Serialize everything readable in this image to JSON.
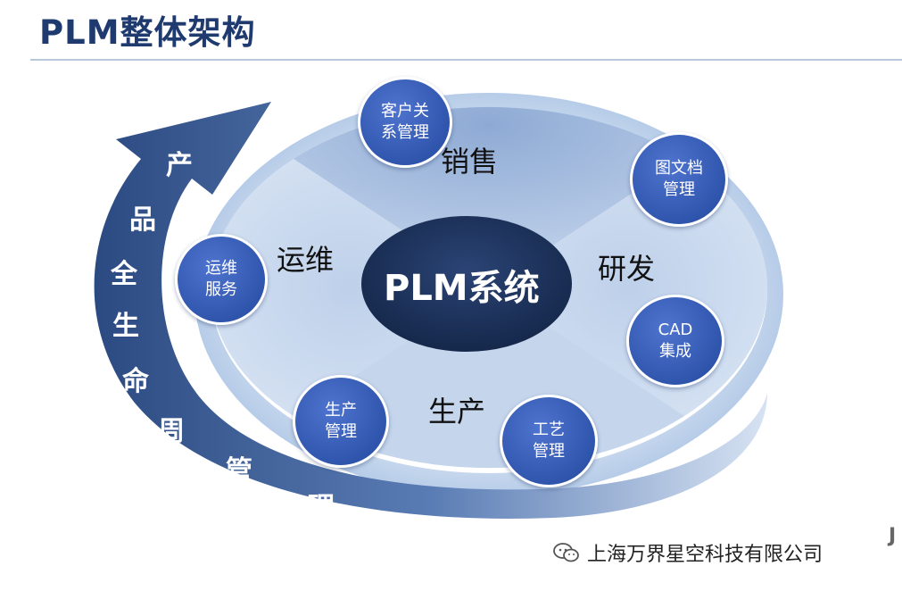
{
  "title": "PLM整体架构",
  "core": "PLM系统",
  "segments": {
    "sales": "销售",
    "rd": "研发",
    "production": "生产",
    "ops": "运维"
  },
  "bubbles": {
    "crm": [
      "客户关",
      "系管理"
    ],
    "docs": [
      "图文档",
      "管理"
    ],
    "cad": [
      "CAD",
      "集成"
    ],
    "process": [
      "工艺",
      "管理"
    ],
    "prod_mgmt": [
      "生产",
      "管理"
    ],
    "om_service": [
      "运维",
      "服务"
    ]
  },
  "lifecycle_chars": [
    "产",
    "品",
    "全",
    "生",
    "命",
    "周",
    "管",
    "理"
  ],
  "footer": "上海万界星空科技有限公司",
  "edge_mark": "J",
  "colors": {
    "title": "#1e3a6e",
    "core": "#1e3259",
    "bubble": "#2f55ad",
    "ring": "#c2d4ec",
    "arrow": "#3a5a93"
  }
}
